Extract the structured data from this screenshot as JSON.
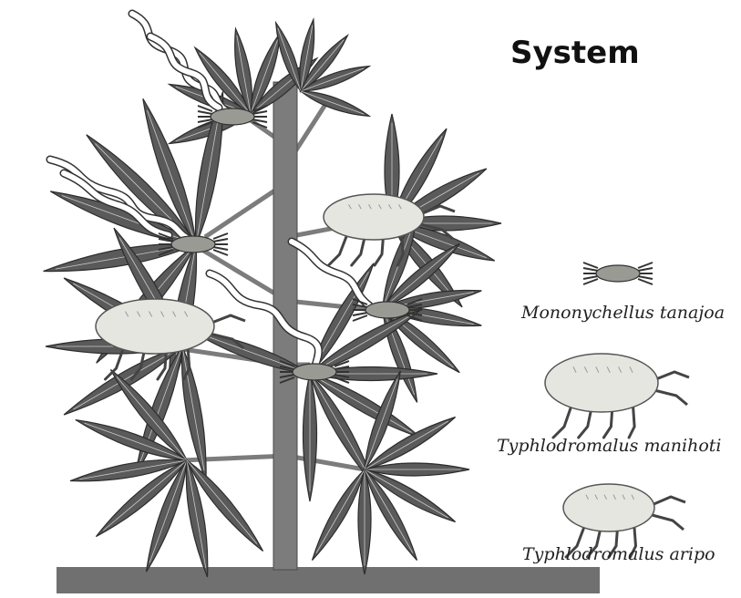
{
  "title": "System",
  "colors": {
    "leaf": "#5a5a5a",
    "leaf_edge": "#2c2c2c",
    "stem": "#7c7c7c",
    "ground": "#707070",
    "mite_body": "#e6e6e0",
    "web": "#ffffff"
  },
  "legend": [
    {
      "icon": "mononychellus-mite-icon",
      "label": "Mononychellus tanajoa"
    },
    {
      "icon": "typhlodromalus-manihoti-mite-icon",
      "label": "Typhlodromalus manihoti"
    },
    {
      "icon": "typhlodromalus-aripo-mite-icon",
      "label": "Typhlodromalus aripo"
    }
  ]
}
